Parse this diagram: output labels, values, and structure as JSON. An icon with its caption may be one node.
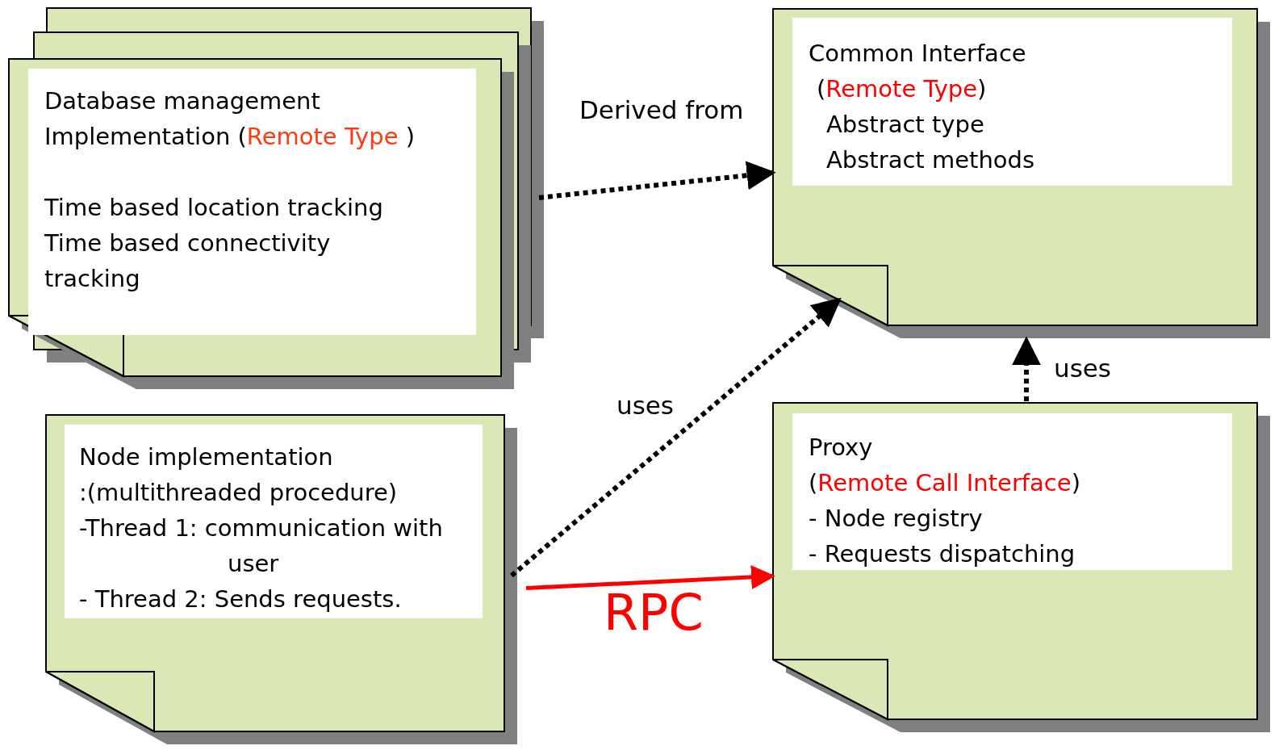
{
  "diagram": {
    "nodes": [
      {
        "text": [
          "Database management Implementation (*Remote Type* )",
          "Time based location tracking Time based connectivity tracking"
        ]
      },
      {
        "text": [
          "Common  Interface",
          "(*Remote Type*)",
          "Abstract type",
          "Abstract methods"
        ]
      },
      {
        "text": [
          "Node implementation",
          ":(multithreaded procedure)",
          "-Thread 1: communication with user",
          "- Thread 2: Sends requests."
        ]
      },
      {
        "text": [
          "Proxy",
          "(*Remote Call Interface*)",
          "- Node registry",
          "- Requests dispatching"
        ]
      }
    ],
    "edges": [
      {
        "from": 0,
        "to": 1,
        "arrow": "to",
        "label": "Derived from",
        "style": "dashed"
      },
      {
        "from": 2,
        "to": 1,
        "arrow": "to",
        "label": "uses",
        "style": "dashed"
      },
      {
        "from": 3,
        "to": 1,
        "arrow": "to",
        "label": "uses",
        "style": "dashed"
      },
      {
        "from": 2,
        "to": 3,
        "arrow": "to",
        "label": "RPC",
        "color": "#ff0000"
      }
    ]
  }
}
